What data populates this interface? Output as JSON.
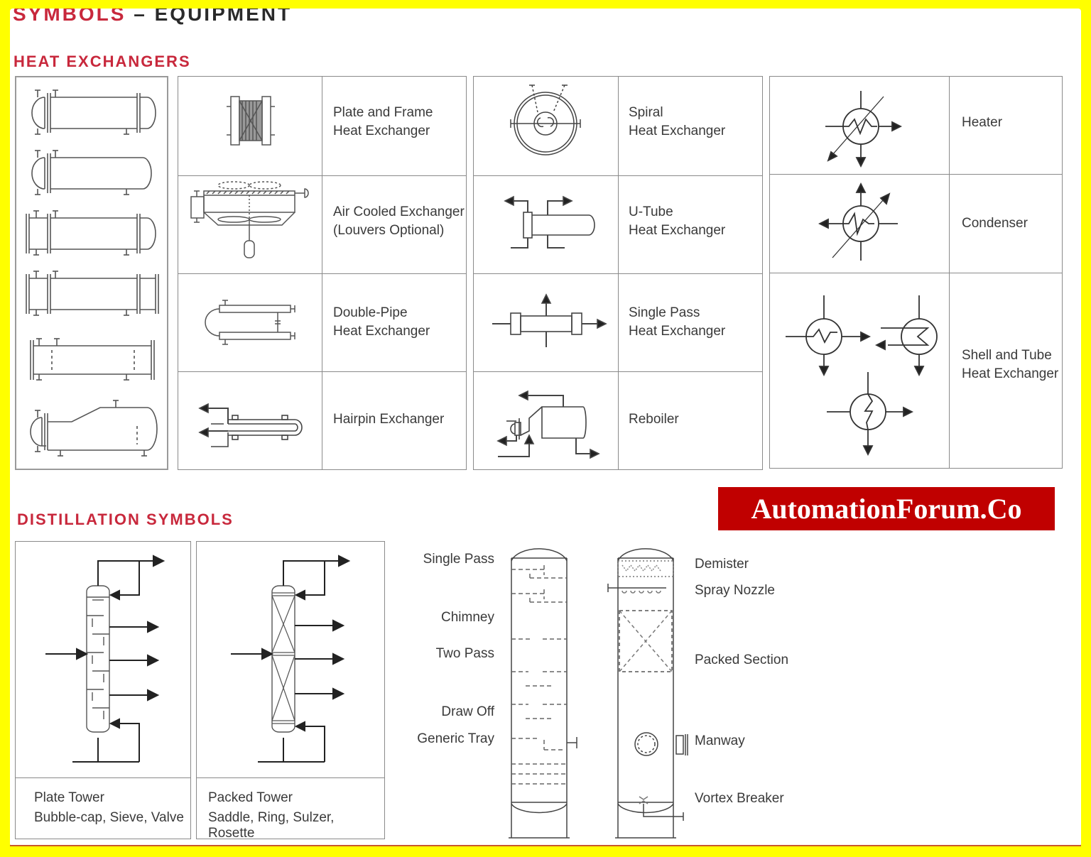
{
  "page": {
    "title_prefix": "SYMBOLS",
    "title_dash": " – ",
    "title_suffix": "EQUIPMENT",
    "colors": {
      "frame": "#ffff00",
      "accent_red": "#c8283c",
      "brand_bg": "#c00000",
      "rule": "#c8572a"
    }
  },
  "heat_exchangers": {
    "heading": "HEAT EXCHANGERS",
    "shell_tube_variants_count": 6,
    "grid_a": [
      {
        "label": "Plate and Frame\nHeat Exchanger",
        "icon": "plate-frame-exchanger-icon"
      },
      {
        "label": "Air Cooled Exchanger\n(Louvers Optional)",
        "icon": "air-cooled-exchanger-icon"
      },
      {
        "label": "Double-Pipe\nHeat Exchanger",
        "icon": "double-pipe-exchanger-icon"
      },
      {
        "label": "Hairpin Exchanger",
        "icon": "hairpin-exchanger-icon"
      }
    ],
    "grid_b": [
      {
        "label": "Spiral\nHeat Exchanger",
        "icon": "spiral-exchanger-icon"
      },
      {
        "label": "U-Tube\nHeat Exchanger",
        "icon": "u-tube-exchanger-icon"
      },
      {
        "label": "Single Pass\nHeat Exchanger",
        "icon": "single-pass-exchanger-icon"
      },
      {
        "label": "Reboiler",
        "icon": "reboiler-icon"
      }
    ],
    "grid_c": [
      {
        "label": "Heater",
        "icon": "heater-icon"
      },
      {
        "label": "Condenser",
        "icon": "condenser-icon"
      },
      {
        "label": "Shell and Tube\nHeat Exchanger",
        "icon": "shell-tube-exchanger-icon"
      }
    ]
  },
  "brand": {
    "text": "AutomationForum.Co"
  },
  "distillation": {
    "heading": "DISTILLATION SYMBOLS",
    "towers": [
      {
        "name": "Plate Tower",
        "subtitle": "Bubble-cap, Sieve, Valve",
        "icon": "plate-tower-icon"
      },
      {
        "name": "Packed Tower",
        "subtitle": "Saddle, Ring, Sulzer, Rosette",
        "icon": "packed-tower-icon"
      }
    ],
    "tray_labels": [
      "Single Pass",
      "Chimney",
      "Two Pass",
      "Draw Off",
      "Generic Tray"
    ],
    "internals_labels": [
      "Demister",
      "Spray Nozzle",
      "Packed Section",
      "Manway",
      "Vortex Breaker"
    ]
  }
}
